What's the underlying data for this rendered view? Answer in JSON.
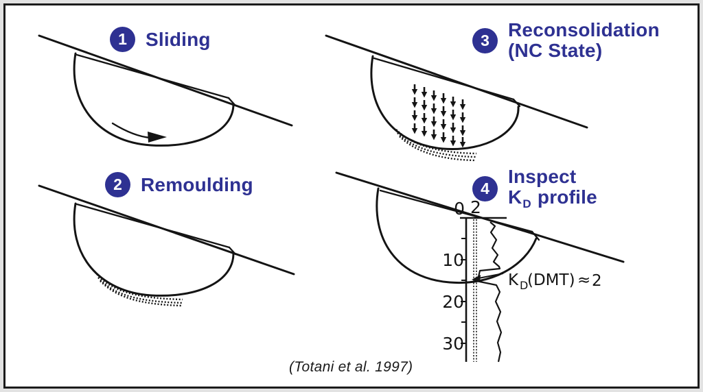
{
  "figure": {
    "citation": "(Totani et al. 1997)",
    "accent_color": "#2e3192",
    "ink_color": "#141414",
    "mat_color": "#e2e2e2",
    "paper_color": "#ffffff"
  },
  "panels": {
    "sliding": {
      "badge": "1",
      "title": "Sliding"
    },
    "remoulding": {
      "badge": "2",
      "title": "Remoulding"
    },
    "reconsolidation": {
      "badge": "3",
      "title_line1": "Reconsolidation",
      "title_line2": "(NC State)"
    },
    "inspect": {
      "badge": "4",
      "title_line1": "Inspect",
      "k": "K",
      "k_sub": "D",
      "title_line2_rest": "profile"
    }
  },
  "kd_plot": {
    "scale_zero": "0",
    "scale_two": "2",
    "depth_labels": [
      "10",
      "20",
      "30"
    ],
    "annotation": {
      "k": "K",
      "k_sub": "D",
      "middle": "(DMT)",
      "approx": "≈",
      "value": "2"
    }
  }
}
